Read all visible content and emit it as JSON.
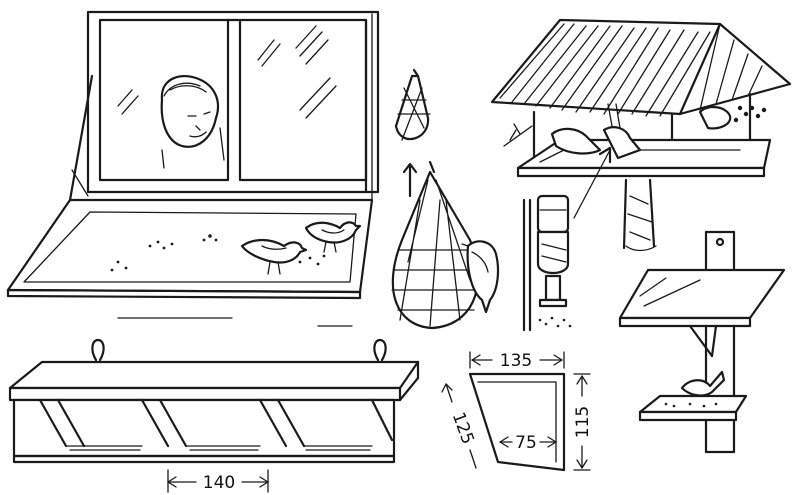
{
  "dimensions": {
    "feeder_width": "140",
    "panel_top": "135",
    "panel_slant": "125",
    "panel_bottom": "75",
    "panel_height": "115"
  },
  "colors": {
    "ink": "#1a1a1a",
    "paper": "#ffffff"
  }
}
